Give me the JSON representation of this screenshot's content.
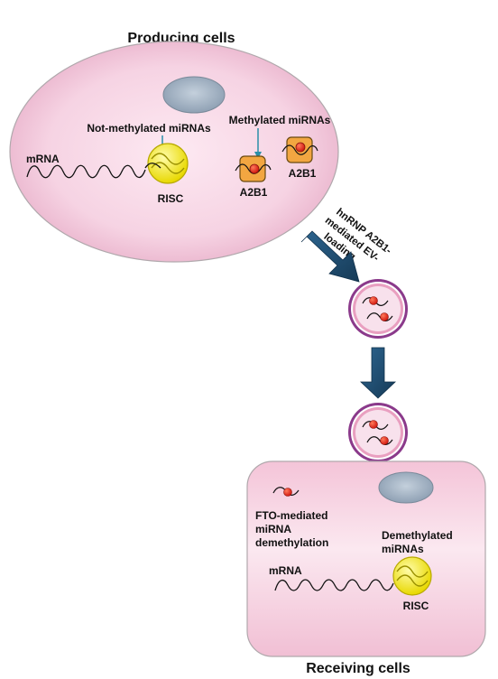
{
  "producing_cell": {
    "title": "Producing cells",
    "not_methylated_label": "Not-methylated miRNAs",
    "methylated_label": "Methylated miRNAs",
    "mrna_label": "mRNA",
    "risc_label": "RISC",
    "a2b1_label_1": "A2B1",
    "a2b1_label_2": "A2B1"
  },
  "transport": {
    "label_lines": [
      "hnRNP A2B1-",
      "mediated EV-",
      "loading"
    ]
  },
  "receiving_cell": {
    "title": "Receiving cells",
    "fto_label_lines": [
      "FTO-mediated",
      "miRNA",
      "demethylation"
    ],
    "demethylated_label_lines": [
      "Demethylated",
      "miRNAs"
    ],
    "mrna_label": "mRNA",
    "risc_label": "RISC"
  },
  "colors": {
    "cell_fill": "#f6d3e3",
    "cell_edge": "#a9a9a9",
    "nucleus": "#9fb1c3",
    "risc_yellow": "#f2e600",
    "a2b1_orange": "#f2a641",
    "methyl_red": "#e2261e",
    "arrow_blue": "#1f4e73",
    "vesicle_purple": "#8b3a8b",
    "vesicle_fill": "#f8e1ec",
    "pointer_teal": "#2a8fa8"
  }
}
